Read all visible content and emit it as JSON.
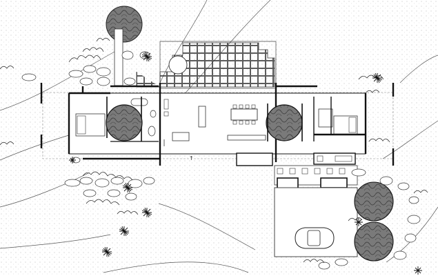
{
  "drawing": {
    "type": "architectural-site-plan",
    "colors": {
      "background": "#ffffff",
      "line": "#1a1a1a",
      "thin_line": "#6e6e6e",
      "tree_fill": "#7a7a7a",
      "tree_pattern": "#2b2b2b",
      "dots": "#9a9a9a"
    },
    "text": {
      "north_arrow_glyph": "↑"
    },
    "counts": {
      "circular_trees": 5,
      "bedrooms": 2,
      "parking_cars": 1
    }
  }
}
